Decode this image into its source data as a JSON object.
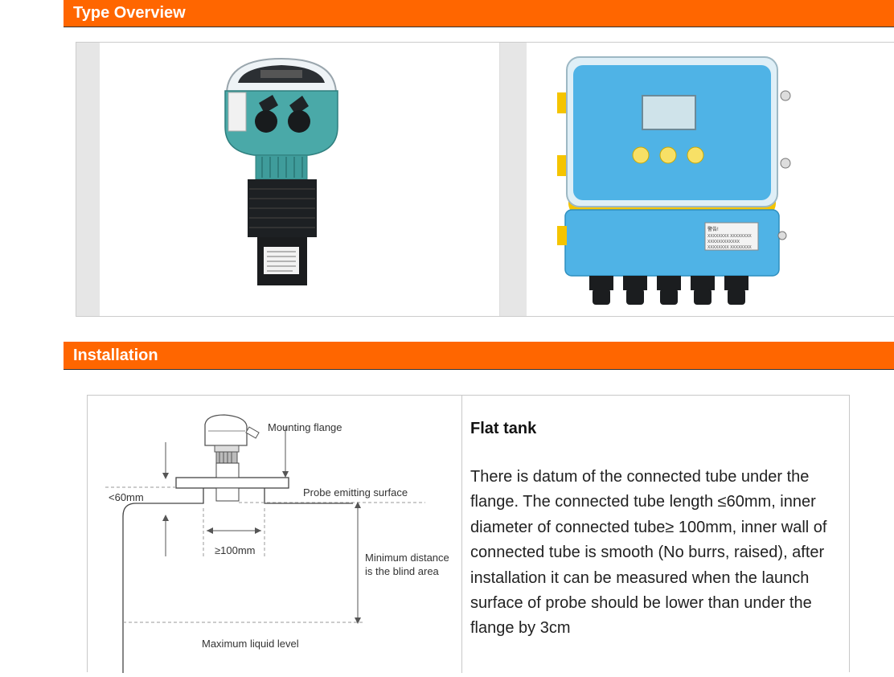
{
  "sections": {
    "type_overview": "Type Overview",
    "installation": "Installation"
  },
  "device2": {
    "label_lines": [
      "警告!",
      "XXXXXXXX XXXXXXXX",
      "XXXXXXXXXXXX",
      "XXXXXXXX XXXXXXXX"
    ]
  },
  "diagram": {
    "mounting_flange": "Mounting flange",
    "probe_surface": "Probe emitting surface",
    "lt60": "<60mm",
    "ge100": "≥100mm",
    "min_distance_1": "Minimum distance",
    "min_distance_2": "is the blind area",
    "max_level": "Maximum liquid level"
  },
  "install_text": {
    "title": "Flat tank",
    "body": "There is datum of the connected tube under the flange. The connected tube length ≤60mm, inner diameter of connected tube≥ 100mm, inner wall of connected tube is smooth (No burrs, raised), after installation it can be measured when the launch surface of probe should be lower than under the flange by 3cm"
  },
  "colors": {
    "accent": "#ff6600",
    "device_blue": "#4fb3e6",
    "device_yellow": "#f5c400",
    "probe_teal": "#4aa9a8"
  }
}
